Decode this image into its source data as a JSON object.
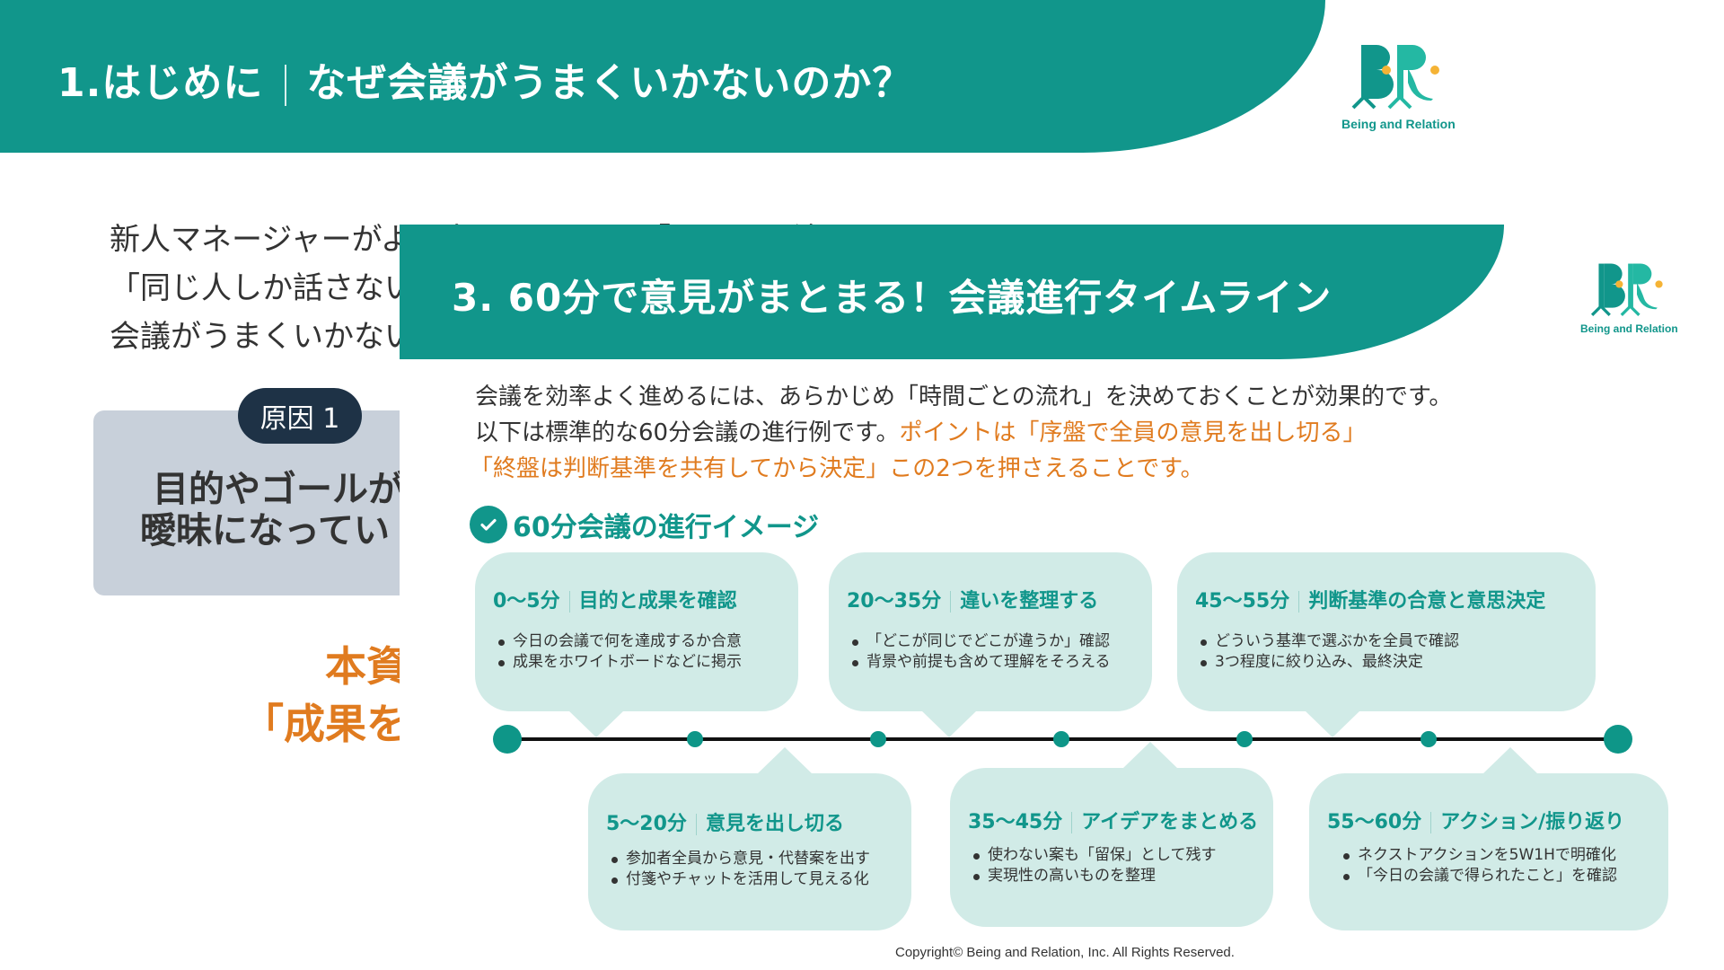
{
  "background_slide": {
    "title_number": "1.はじめに",
    "title_text": "なぜ会議がうまくいかないのか？",
    "intro_lines": [
      "新人マネージャーがよく直面するのは、「長いのに決まらない」",
      " 「同じ人しか話さない」",
      "会議がうまくいかない"
    ],
    "cause_badge": "原因 1",
    "cause_lines": [
      "目的やゴールが",
      "曖昧になってい"
    ],
    "conclusion_lines": [
      "本資",
      "「成果を"
    ],
    "logo_brand": "Being and Relation"
  },
  "slide": {
    "title": "3. 60分で意見がまとまる！会議進行タイムライン",
    "logo_brand": "Being and Relation",
    "description": {
      "line1": "会議を効率よく進めるには、あらかじめ「時間ごとの流れ」を決めておくことが効果的です。",
      "line2_plain": "以下は標準的な60分会議の進行例です。",
      "line2_orange": "ポイントは「序盤で全員の意見を出し切る」",
      "line3_orange": "「終盤は判断基準を共有してから決定」この2つを押さえることです。"
    },
    "section_title": "60分会議の進行イメージ",
    "section_icon": "check-circle-icon",
    "timeline": {
      "steps": [
        {
          "time": "0〜5分",
          "title": "目的と成果を確認",
          "bullets": [
            "今日の会議で何を達成するか合意",
            "成果をホワイトボードなどに掲示"
          ],
          "position": "top"
        },
        {
          "time": "5〜20分",
          "title": "意見を出し切る",
          "bullets": [
            "参加者全員から意見・代替案を出す",
            "付箋やチャットを活用して見える化"
          ],
          "position": "bottom"
        },
        {
          "time": "20〜35分",
          "title": "違いを整理する",
          "bullets": [
            "「どこが同じでどこが違うか」確認",
            "背景や前提も含めて理解をそろえる"
          ],
          "position": "top"
        },
        {
          "time": "35〜45分",
          "title": "アイデアをまとめる",
          "bullets": [
            "使わない案も「留保」として残す",
            "実現性の高いものを整理"
          ],
          "position": "bottom"
        },
        {
          "time": "45〜55分",
          "title": "判断基準の合意と意思決定",
          "bullets": [
            "どういう基準で選ぶかを全員で確認",
            "3つ程度に絞り込み、最終決定"
          ],
          "position": "top"
        },
        {
          "time": "55〜60分",
          "title": "アクション/振り返り",
          "bullets": [
            "ネクストアクションを5W1Hで明確化",
            "「今日の会議で得られたこと」を確認"
          ],
          "position": "bottom"
        }
      ],
      "dot_count": 7
    },
    "copyright": "Copyright© Being and Relation, Inc. All Rights Reserved."
  },
  "colors": {
    "teal": "#11968b",
    "card_bg": "#d1ebe7",
    "orange": "#e07b1f",
    "navy_badge": "#1e3246",
    "gray_box": "#c8d0da",
    "text": "#333333",
    "logo_dot": "#f5b335",
    "logo_light": "#24b8a3"
  }
}
